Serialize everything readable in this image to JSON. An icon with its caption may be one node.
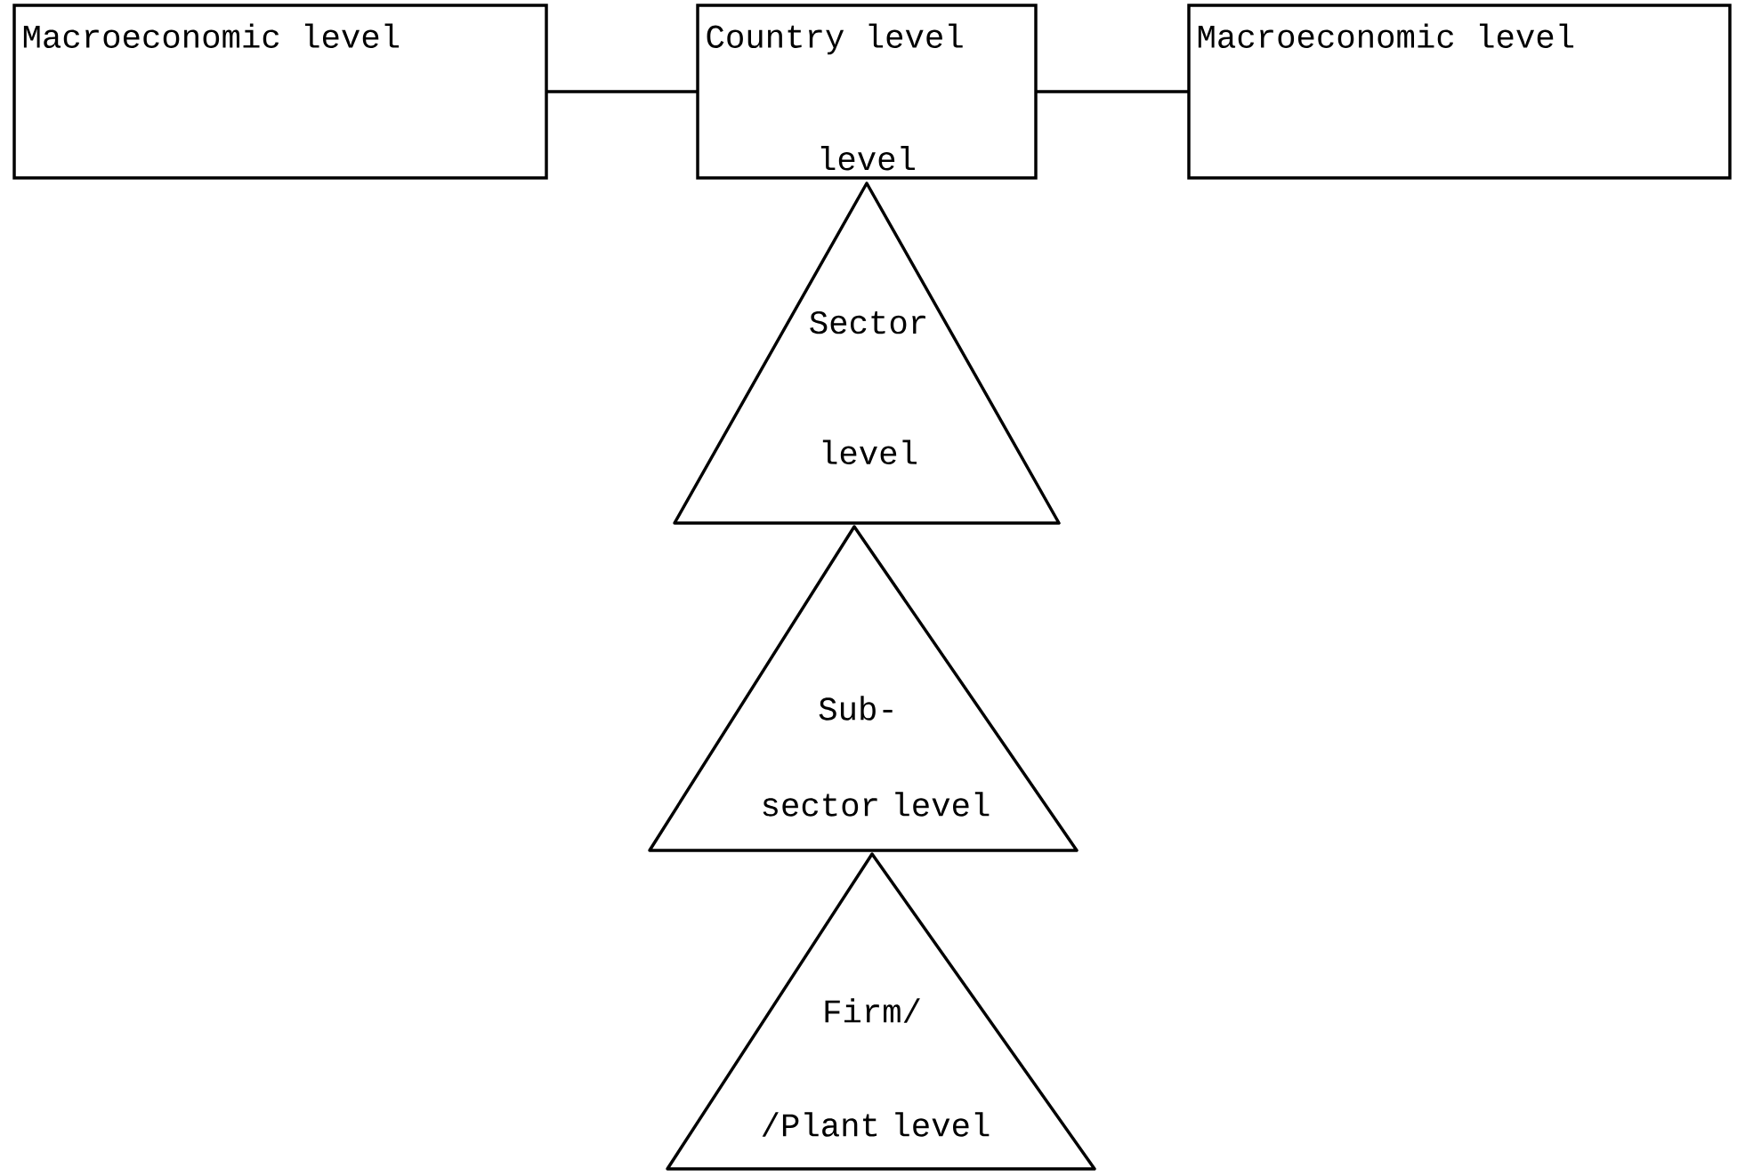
{
  "diagram": {
    "nodes": [
      {
        "text": [
          "Macroeconomic level"
        ]
      },
      {
        "text": [
          "Country level",
          "level"
        ]
      },
      {
        "text": [
          "Macroeconomic level"
        ]
      },
      {
        "text": [
          "Sector level"
        ]
      },
      {
        "text": [
          "Sub-",
          "sector level"
        ]
      },
      {
        "text": [
          "Firm/",
          "/Plant level"
        ]
      }
    ],
    "edges": [
      {
        "from": 0,
        "to": 1,
        "arrow": "none"
      },
      {
        "from": 1,
        "to": 2,
        "arrow": "none"
      }
    ]
  }
}
